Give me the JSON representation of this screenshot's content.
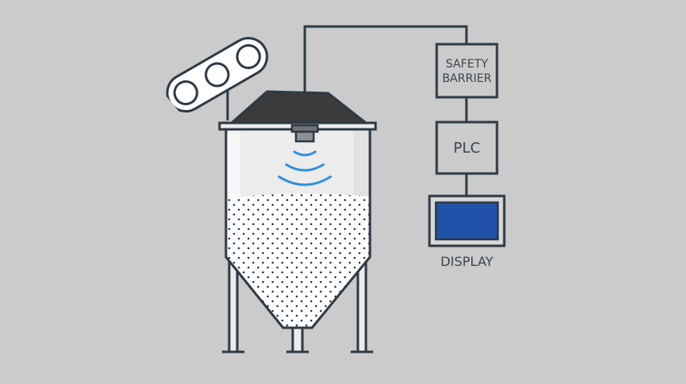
{
  "diagram": {
    "safety_barrier": {
      "line1": "SAFETY",
      "line2": "BARRIER"
    },
    "plc": {
      "label": "PLC"
    },
    "display": {
      "label": "DISPLAY",
      "screen_color": "#1f52a8"
    },
    "colors": {
      "background": "#cbcbcb",
      "outline": "#2e3a44",
      "silo_body": "#ececec",
      "roof": "#3b3b3b",
      "ultrasonic_waves": "#2f8fe0",
      "sensor": "#6e7478"
    },
    "icons": [
      "conveyor-belt",
      "silo",
      "ultrasonic-sensor",
      "safety-barrier",
      "plc",
      "display"
    ]
  }
}
